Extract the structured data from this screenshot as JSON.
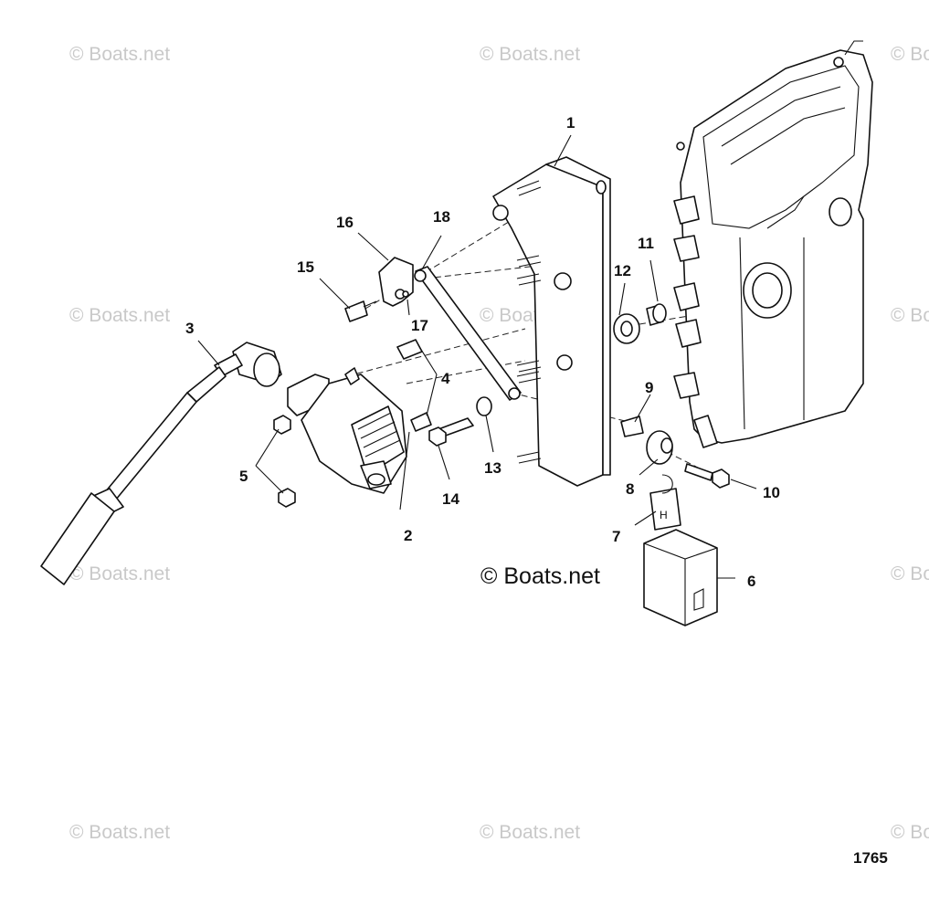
{
  "watermark": {
    "text": "© Boats.net",
    "main_text": "© Boats.net"
  },
  "figure_number": "1765",
  "callouts": {
    "c1": "1",
    "c2": "2",
    "c3": "3",
    "c4": "4",
    "c5": "5",
    "c6": "6",
    "c7": "7",
    "c8": "8",
    "c9": "9",
    "c10": "10",
    "c11": "11",
    "c12": "12",
    "c13": "13",
    "c14": "14",
    "c15": "15",
    "c16": "16",
    "c17": "17",
    "c18": "18"
  }
}
